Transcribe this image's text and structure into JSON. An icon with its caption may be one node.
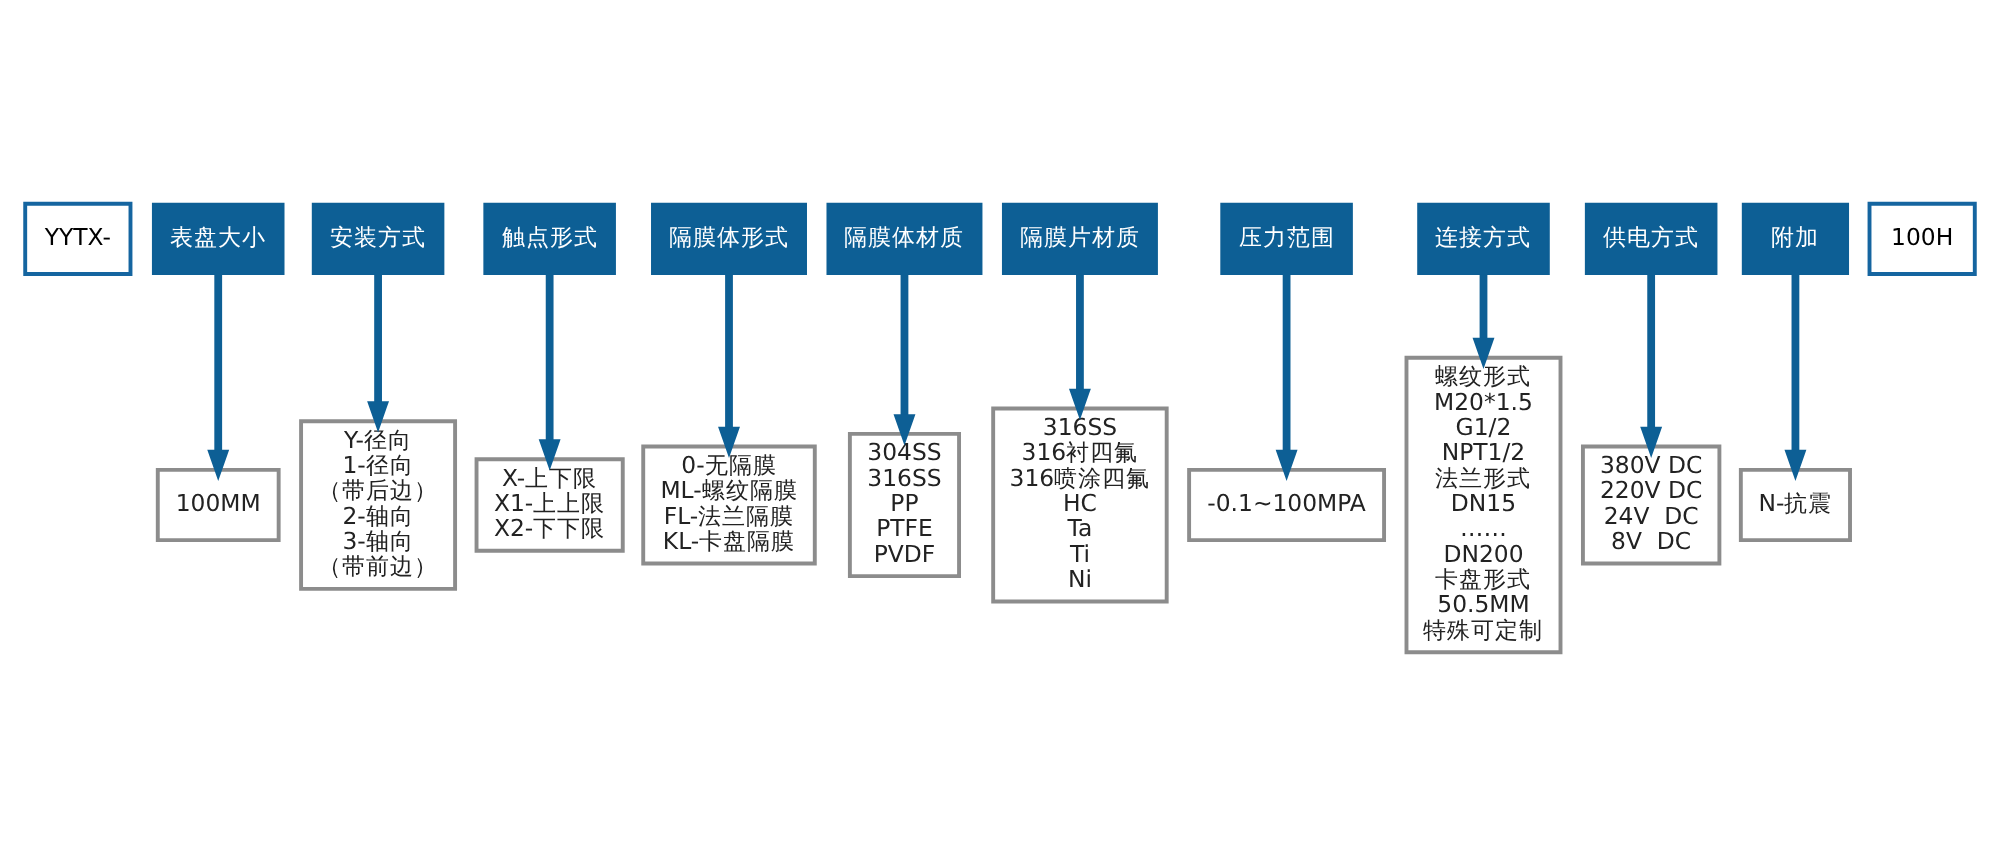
{
  "diagram": {
    "nodes": [
      {
        "text": [
          "YYTX-"
        ]
      },
      {
        "text": [
          "表盘大小"
        ]
      },
      {
        "text": [
          "安装方式"
        ]
      },
      {
        "text": [
          "触点形式"
        ]
      },
      {
        "text": [
          "隔膜体形式"
        ]
      },
      {
        "text": [
          "隔膜体材质"
        ]
      },
      {
        "text": [
          "隔膜片材质"
        ]
      },
      {
        "text": [
          "压力范围"
        ]
      },
      {
        "text": [
          "连接方式"
        ]
      },
      {
        "text": [
          "供电方式"
        ]
      },
      {
        "text": [
          "附加"
        ]
      },
      {
        "text": [
          "100H"
        ]
      },
      {
        "text": [
          "100MM"
        ]
      },
      {
        "text": [
          "Y-径向",
          "1-径向",
          "（带后边）",
          "2-轴向",
          "3-轴向",
          "（带前边）"
        ]
      },
      {
        "text": [
          "X-上下限",
          "X1-上上限",
          "X2-下下限"
        ]
      },
      {
        "text": [
          "0-无隔膜",
          "ML-螺纹隔膜",
          "FL-法兰隔膜",
          "KL-卡盘隔膜"
        ]
      },
      {
        "text": [
          "304SS",
          "316SS",
          "PP",
          "PTFE",
          "PVDF"
        ]
      },
      {
        "text": [
          "316SS",
          "316衬四氟",
          "316喷涂四氟",
          "HC",
          "Ta",
          "Ti",
          "Ni"
        ]
      },
      {
        "text": [
          "-0.1~100MPA"
        ]
      },
      {
        "text": [
          "螺纹形式",
          "M20*1.5",
          "G1/2",
          "NPT1/2",
          "法兰形式",
          "DN15",
          "……",
          "DN200",
          "卡盘形式",
          "50.5MM",
          "特殊可定制"
        ]
      },
      {
        "text": [
          "380V DC",
          "220V DC",
          "24V  DC",
          "8V  DC"
        ]
      },
      {
        "text": [
          "N-抗震"
        ]
      }
    ],
    "edges": [
      {
        "from": 1,
        "to": 12,
        "arrow": "to"
      },
      {
        "from": 2,
        "to": 13,
        "arrow": "to"
      },
      {
        "from": 3,
        "to": 14,
        "arrow": "to"
      },
      {
        "from": 4,
        "to": 15,
        "arrow": "to"
      },
      {
        "from": 5,
        "to": 16,
        "arrow": "to"
      },
      {
        "from": 6,
        "to": 17,
        "arrow": "to"
      },
      {
        "from": 7,
        "to": 18,
        "arrow": "to"
      },
      {
        "from": 8,
        "to": 19,
        "arrow": "to"
      },
      {
        "from": 9,
        "to": 20,
        "arrow": "to"
      },
      {
        "from": 10,
        "to": 21,
        "arrow": "to"
      }
    ]
  }
}
